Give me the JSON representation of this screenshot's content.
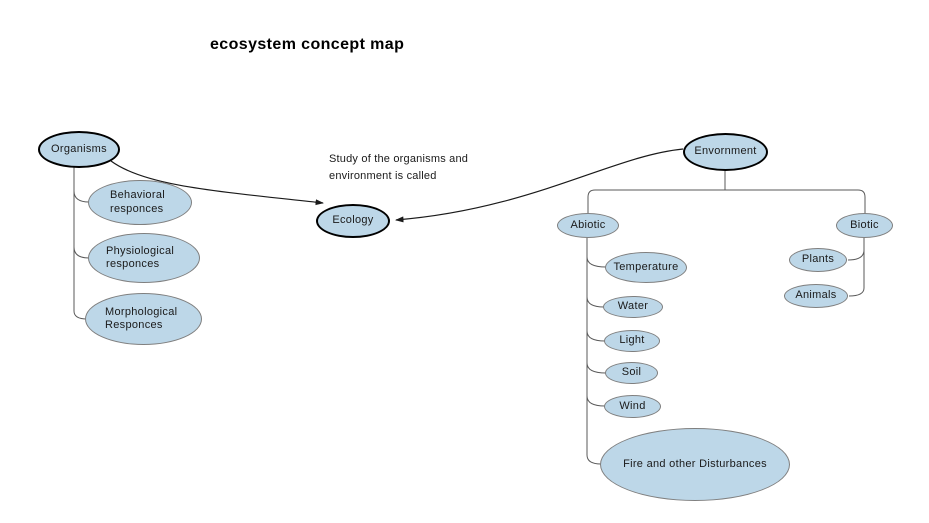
{
  "title": "ecosystem concept map",
  "annotation": "Study of the organisms and\nenvironment is called",
  "colors": {
    "background": "#FFFFFF",
    "node_fill": "#BDD7E8",
    "node_border": "#7F7F7F",
    "main_border": "#000000",
    "connector": "#5A5A5A",
    "arrow": "#1A1A1A"
  },
  "nodes": {
    "organisms": {
      "label": "Organisms"
    },
    "behavioral": {
      "label": "Behavioral responces"
    },
    "physiological": {
      "label": "Physiological responces"
    },
    "morphological": {
      "label": "Morphological Responces"
    },
    "ecology": {
      "label": "Ecology"
    },
    "environment": {
      "label": "Envornment"
    },
    "abiotic": {
      "label": "Abiotic"
    },
    "temperature": {
      "label": "Temperature"
    },
    "water": {
      "label": "Water"
    },
    "light": {
      "label": "Light"
    },
    "soil": {
      "label": "Soil"
    },
    "wind": {
      "label": "Wind"
    },
    "fire": {
      "label": "Fire and other Disturbances"
    },
    "biotic": {
      "label": "Biotic"
    },
    "plants": {
      "label": "Plants"
    },
    "animals": {
      "label": "Animals"
    }
  }
}
